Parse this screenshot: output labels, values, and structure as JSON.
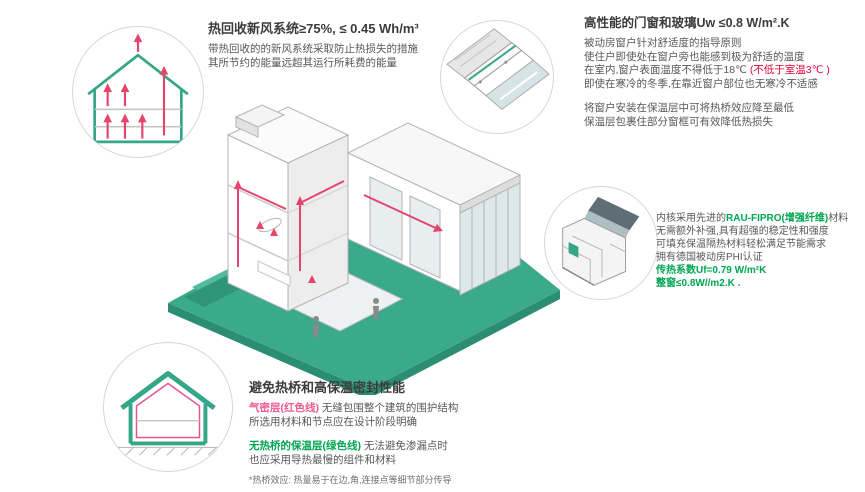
{
  "colors": {
    "teal": "#35a789",
    "teal_dark": "#2b8e74",
    "green_text": "#00a551",
    "red_text": "#e60039",
    "magenta": "#ee5a92",
    "duct_red": "#e5446b",
    "dark": "#3c3c3b",
    "body_gray": "#595857"
  },
  "illustrations": {
    "house": "isometric-house-cutaway",
    "circle_ventilation": "ventilation-cross-section",
    "circle_window": "window-corner-detail",
    "circle_profile": "window-frame-profile",
    "circle_thermal": "thermal-envelope-cross-section"
  },
  "sections": {
    "ventilation": {
      "title": "热回收新风系统≥75%, ≤ 0.45 Wh/m³",
      "line1": "带热回收的的新风系统采取防止热损失的措施",
      "line2": "其所节约的能量远超其运行所耗费的能量"
    },
    "windows": {
      "title": "高性能的门窗和玻璃Uw ≤0.8 W/m².K",
      "line1": "被动房窗户针对舒适度的指导原则",
      "line2": "使住户即使处在窗户旁也能感到极为舒适的温度",
      "line3a": "在室内,窗户表面温度不得低于18℃ ",
      "line3b": "(不低于室温3℃ )",
      "line4": "即使在寒冷的冬季,在靠近窗户部位也无寒冷不适感",
      "line5": "将窗户安装在保温层中可将热桥效应降至最低",
      "line6": "保温层包裹住部分窗框可有效降低热损失"
    },
    "profile": {
      "line1a": "内核采用先进的",
      "line1b": "RAU-FIPRO(增强纤维)",
      "line1c": "材料",
      "line2": "无需额外补强,具有超强的稳定性和强度",
      "line3": "可填充保温隔热材料轻松满足节能需求",
      "line4": "拥有德国被动房PHI认证",
      "line5": "传热系数Uf=0.79 W/m²K",
      "line6": "整窗≤0.8W//m2.K ."
    },
    "thermal": {
      "title": "避免热桥和高保温密封性能",
      "line1a": "气密层(红色线)",
      "line1b": " 无缝包围整个建筑的围护结构",
      "line2": "所选用材料和节点应在设计阶段明确",
      "line3a": "无热桥的保温层(绿色线)",
      "line3b": " 无法避免渗漏点时",
      "line4": "也应采用导热最慢的组件和材料",
      "footnote": "*热桥效应: 热量易于在边,角,连接点等细节部分传导"
    }
  }
}
